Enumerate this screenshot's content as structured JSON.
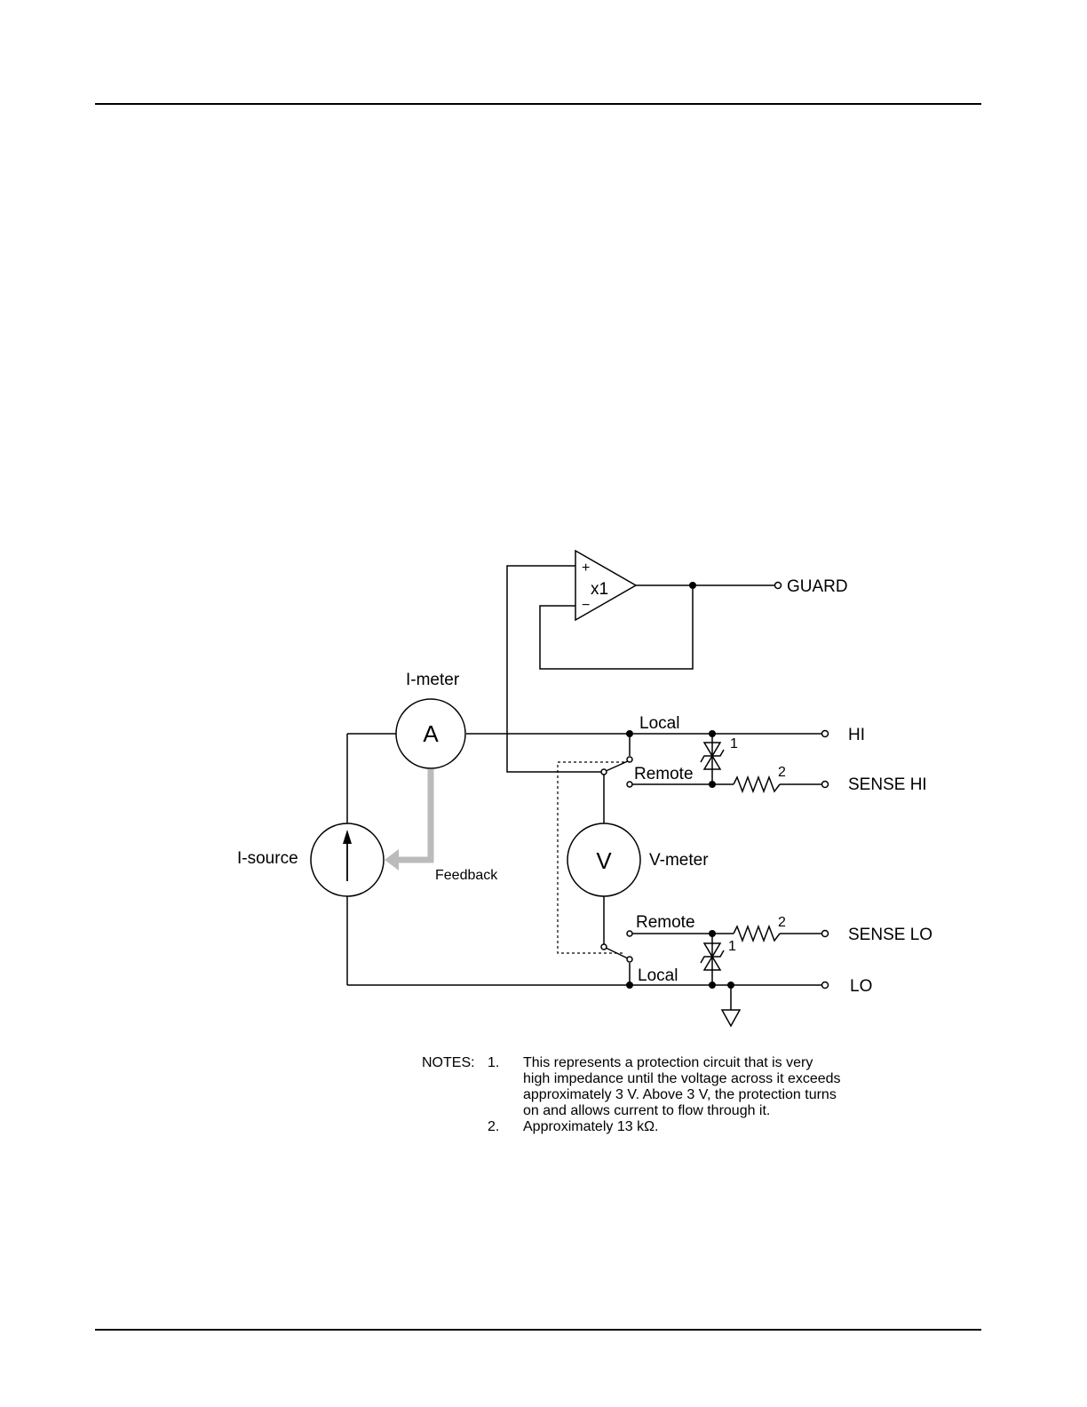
{
  "diagram": {
    "amp_plus": "+",
    "amp_minus": "−",
    "amp_gain": "x1",
    "guard": "GUARD",
    "i_meter": "I-meter",
    "a_symbol": "A",
    "local_top": "Local",
    "hi": "HI",
    "note_ref_1a": "1",
    "remote_top": "Remote",
    "note_ref_2a": "2",
    "sense_hi": "SENSE HI",
    "i_source": "I-source",
    "feedback": "Feedback",
    "v_symbol": "V",
    "v_meter": "V-meter",
    "remote_bottom": "Remote",
    "note_ref_2b": "2",
    "sense_lo": "SENSE LO",
    "note_ref_1b": "1",
    "local_bottom": "Local",
    "lo": "LO"
  },
  "notes": {
    "heading": "NOTES:",
    "items": [
      {
        "num": "1.",
        "lines": [
          "This represents a protection circuit that is very",
          "high impedance until the voltage across it exceeds",
          "approximately 3 V. Above 3 V, the protection turns",
          "on and allows current to flow through it."
        ]
      },
      {
        "num": "2.",
        "lines": [
          "Approximately 13 kΩ."
        ]
      }
    ]
  }
}
